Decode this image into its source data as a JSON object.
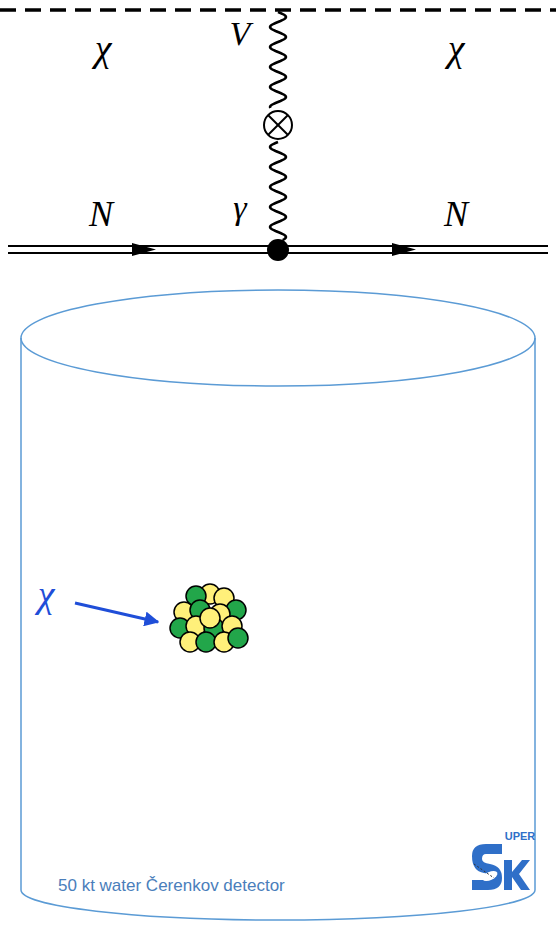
{
  "diagram": {
    "nodes": [
      {
        "text": [
          "50 kt water Čerenkov detector"
        ]
      }
    ],
    "labels": [
      "χ",
      "V",
      "χ",
      "γ",
      "N",
      "N",
      "χ",
      "UPER"
    ]
  }
}
